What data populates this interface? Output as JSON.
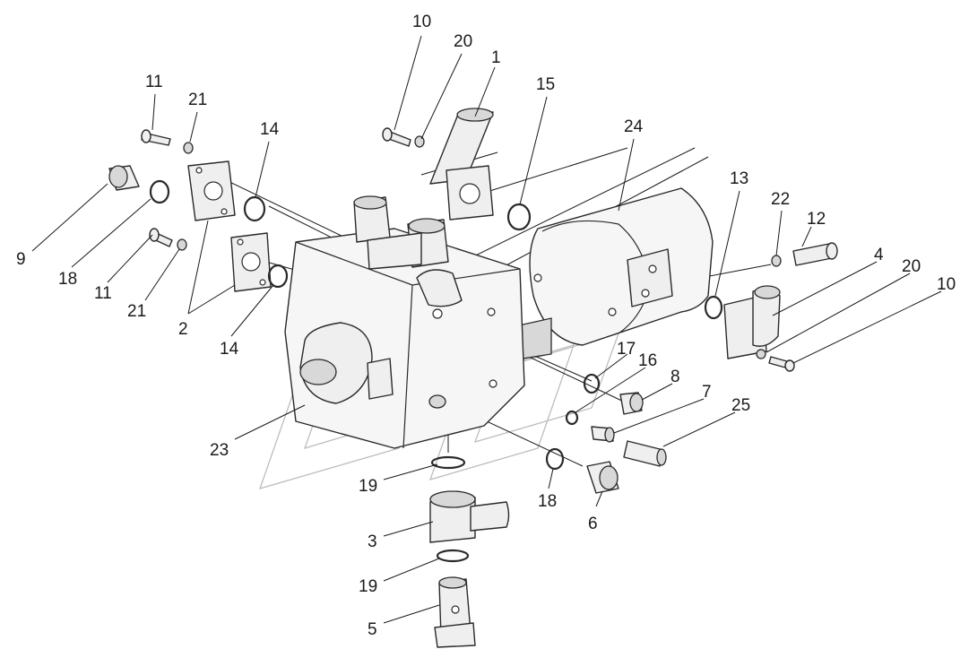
{
  "callouts": [
    {
      "id": "c10a",
      "text": "10"
    },
    {
      "id": "c20a",
      "text": "20"
    },
    {
      "id": "c1",
      "text": "1"
    },
    {
      "id": "c15",
      "text": "15"
    },
    {
      "id": "c11a",
      "text": "11"
    },
    {
      "id": "c21a",
      "text": "21"
    },
    {
      "id": "c14a",
      "text": "14"
    },
    {
      "id": "c24",
      "text": "24"
    },
    {
      "id": "c13",
      "text": "13"
    },
    {
      "id": "c22",
      "text": "22"
    },
    {
      "id": "c12",
      "text": "12"
    },
    {
      "id": "c9",
      "text": "9"
    },
    {
      "id": "c18a",
      "text": "18"
    },
    {
      "id": "c11b",
      "text": "11"
    },
    {
      "id": "c21b",
      "text": "21"
    },
    {
      "id": "c2",
      "text": "2"
    },
    {
      "id": "c14b",
      "text": "14"
    },
    {
      "id": "c4",
      "text": "4"
    },
    {
      "id": "c20b",
      "text": "20"
    },
    {
      "id": "c10b",
      "text": "10"
    },
    {
      "id": "c17",
      "text": "17"
    },
    {
      "id": "c16",
      "text": "16"
    },
    {
      "id": "c8",
      "text": "8"
    },
    {
      "id": "c7",
      "text": "7"
    },
    {
      "id": "c25",
      "text": "25"
    },
    {
      "id": "c23",
      "text": "23"
    },
    {
      "id": "c19a",
      "text": "19"
    },
    {
      "id": "c18b",
      "text": "18"
    },
    {
      "id": "c6",
      "text": "6"
    },
    {
      "id": "c3",
      "text": "3"
    },
    {
      "id": "c19b",
      "text": "19"
    },
    {
      "id": "c5",
      "text": "5"
    }
  ],
  "colors": {
    "line": "#2a2a2a",
    "fill": "#efefef",
    "watermark": "#bdbdbd"
  }
}
